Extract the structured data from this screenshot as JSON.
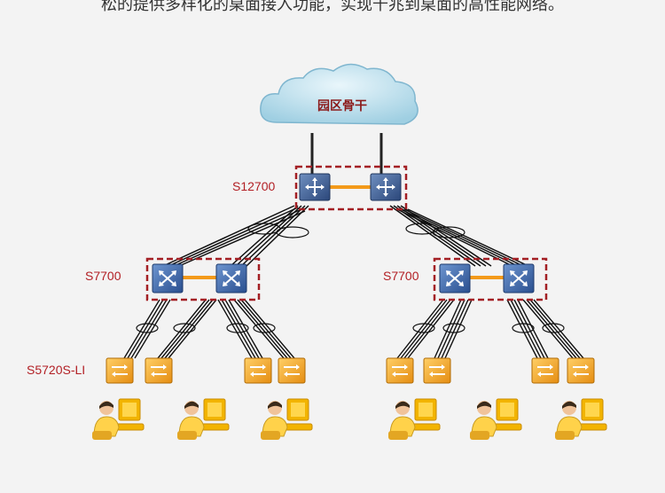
{
  "header": {
    "text": "松的提供多样化的桌面接入功能，实现千兆到桌面的高性能网络。"
  },
  "cloud": {
    "label": "园区骨干"
  },
  "tiers": {
    "core": "S12700",
    "aggregation": [
      "S7700",
      "S7700"
    ],
    "access": "S5720S-LI"
  },
  "colors": {
    "cloud": "#b9dcea",
    "core_switch": "#3f5f92",
    "agg_switch": "#3c64a6",
    "access_switch": "#efa21f",
    "group_border": "#a31f24",
    "link": "#f39a1a",
    "label": "#b21f24"
  }
}
